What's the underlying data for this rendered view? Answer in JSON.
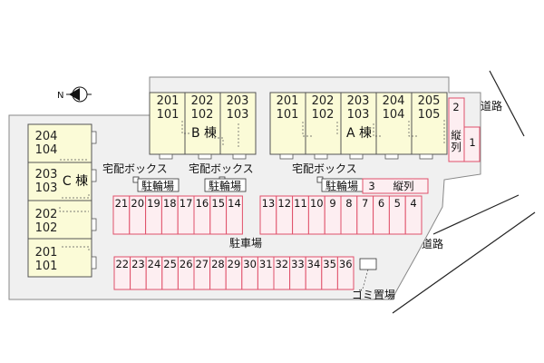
{
  "compass": {
    "north_label": "N"
  },
  "roads": [
    "道路",
    "道路"
  ],
  "buildings": {
    "A": {
      "name": "A 棟",
      "units": [
        {
          "upper": "201",
          "lower": "101"
        },
        {
          "upper": "202",
          "lower": "102"
        },
        {
          "upper": "203",
          "lower": "103"
        },
        {
          "upper": "204",
          "lower": "104"
        },
        {
          "upper": "205",
          "lower": "105"
        }
      ]
    },
    "B": {
      "name": "B 棟",
      "units": [
        {
          "upper": "201",
          "lower": "101"
        },
        {
          "upper": "202",
          "lower": "102"
        },
        {
          "upper": "203",
          "lower": "103"
        }
      ]
    },
    "C": {
      "name": "C 棟",
      "units": [
        {
          "upper": "204",
          "lower": "104"
        },
        {
          "upper": "203",
          "lower": "103"
        },
        {
          "upper": "202",
          "lower": "102"
        },
        {
          "upper": "201",
          "lower": "101"
        }
      ]
    }
  },
  "labels": {
    "delivery_box": "宅配ボックス",
    "bike_parking": "駐輪場",
    "parking_lot": "駐車場",
    "garbage": "ゴミ置場",
    "tandem": "縦列",
    "tandem_vertical": [
      "縦",
      "列"
    ]
  },
  "parking": {
    "row_a": [
      "21",
      "20",
      "19",
      "18",
      "17",
      "16",
      "15",
      "14"
    ],
    "row_b": [
      "13",
      "12",
      "11",
      "10",
      "9",
      "8",
      "7",
      "6",
      "5",
      "4"
    ],
    "row_bottom": [
      "22",
      "23",
      "24",
      "25",
      "26",
      "27",
      "28",
      "29",
      "30",
      "31",
      "32",
      "33",
      "34",
      "35",
      "36"
    ],
    "tandem_3": "3",
    "space_1": "1",
    "space_2": "2"
  },
  "colors": {
    "site": "#f0f0f0",
    "building": "#fbfbd7",
    "parking_fill": "#fdeef1",
    "parking_stroke": "#e0506a"
  }
}
